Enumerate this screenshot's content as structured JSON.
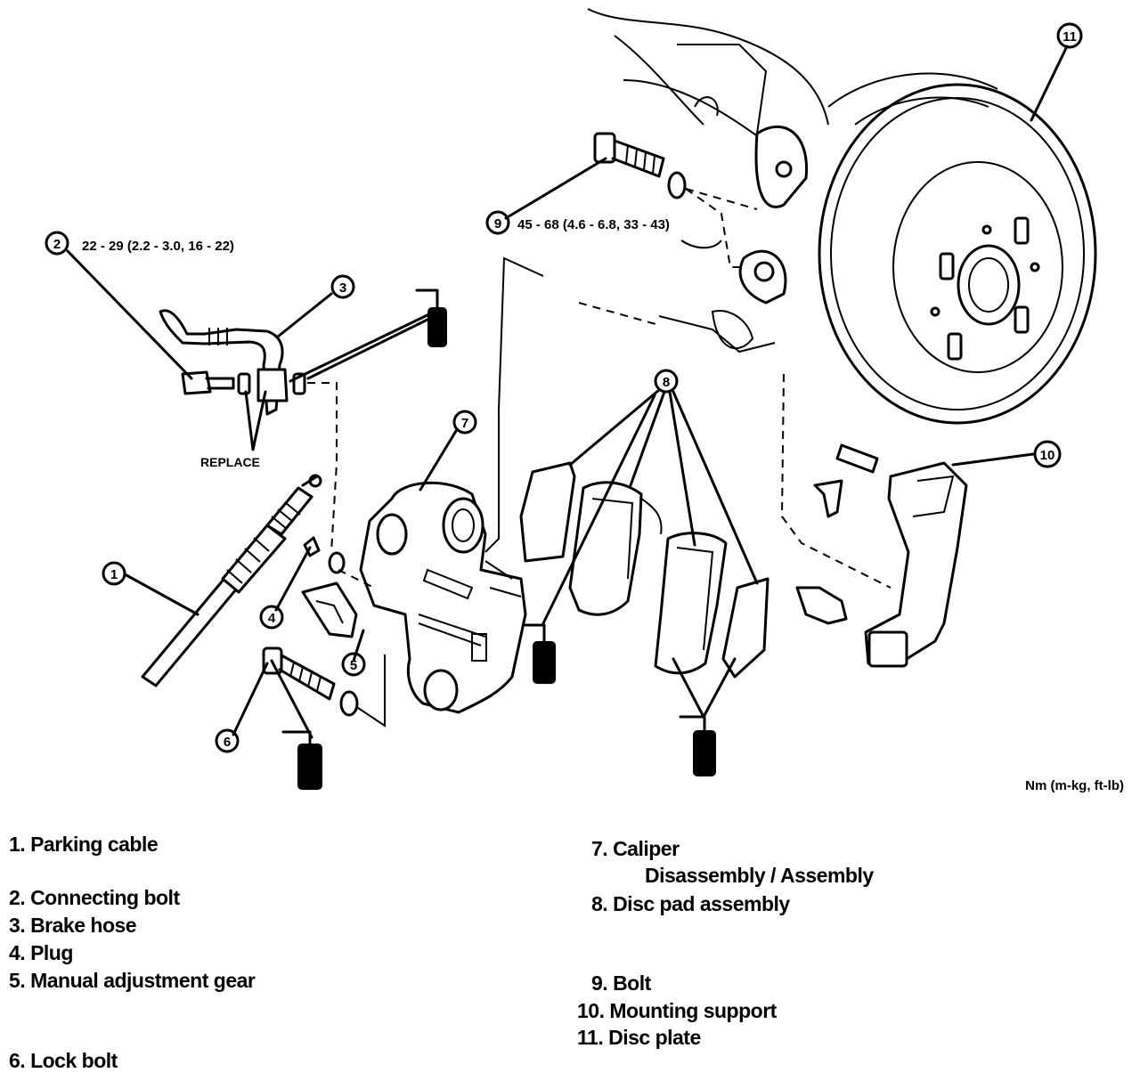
{
  "diagram": {
    "torque_bolt_2": "22 - 29 (2.2 - 3.0, 16 - 22)",
    "torque_bolt_9": "45 - 68 (4.6 - 6.8, 33 - 43)",
    "replace_tag": "REPLACE",
    "units_note": "Nm (m-kg, ft-lb)",
    "callouts": [
      "1",
      "2",
      "3",
      "4",
      "5",
      "6",
      "7",
      "8",
      "9",
      "10",
      "11"
    ]
  },
  "legend": {
    "left": [
      "1. Parking cable",
      "2. Connecting bolt",
      "3. Brake hose",
      "4. Plug",
      "5. Manual adjustment gear",
      "6. Lock bolt"
    ],
    "right": [
      "7. Caliper",
      "Disassembly / Assembly",
      "8. Disc pad assembly",
      "9. Bolt",
      "10. Mounting support",
      "11. Disc plate"
    ]
  }
}
